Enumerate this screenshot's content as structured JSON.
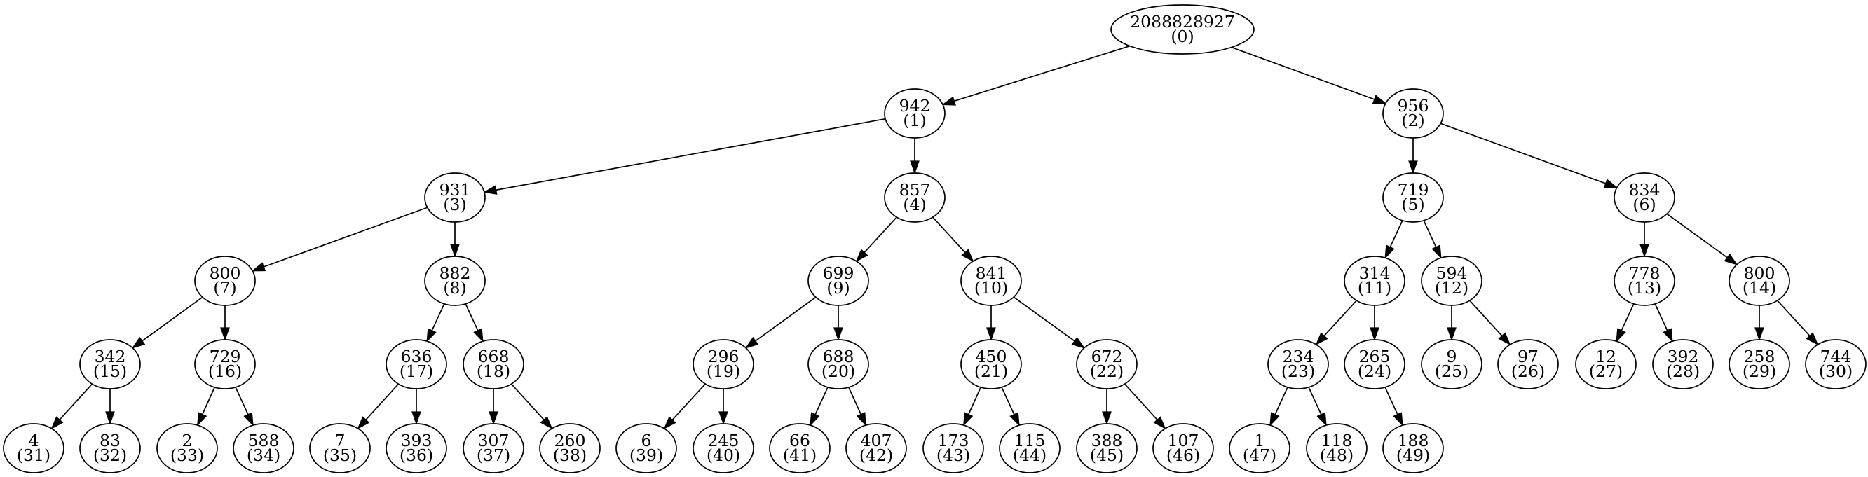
{
  "tree": {
    "nodes": [
      {
        "id": 0,
        "value": "2088828927",
        "index": "(0)"
      },
      {
        "id": 1,
        "value": "942",
        "index": "(1)"
      },
      {
        "id": 2,
        "value": "956",
        "index": "(2)"
      },
      {
        "id": 3,
        "value": "931",
        "index": "(3)"
      },
      {
        "id": 4,
        "value": "857",
        "index": "(4)"
      },
      {
        "id": 5,
        "value": "719",
        "index": "(5)"
      },
      {
        "id": 6,
        "value": "834",
        "index": "(6)"
      },
      {
        "id": 7,
        "value": "800",
        "index": "(7)"
      },
      {
        "id": 8,
        "value": "882",
        "index": "(8)"
      },
      {
        "id": 9,
        "value": "699",
        "index": "(9)"
      },
      {
        "id": 10,
        "value": "841",
        "index": "(10)"
      },
      {
        "id": 11,
        "value": "314",
        "index": "(11)"
      },
      {
        "id": 12,
        "value": "594",
        "index": "(12)"
      },
      {
        "id": 13,
        "value": "778",
        "index": "(13)"
      },
      {
        "id": 14,
        "value": "800",
        "index": "(14)"
      },
      {
        "id": 15,
        "value": "342",
        "index": "(15)"
      },
      {
        "id": 16,
        "value": "729",
        "index": "(16)"
      },
      {
        "id": 17,
        "value": "636",
        "index": "(17)"
      },
      {
        "id": 18,
        "value": "668",
        "index": "(18)"
      },
      {
        "id": 19,
        "value": "296",
        "index": "(19)"
      },
      {
        "id": 20,
        "value": "688",
        "index": "(20)"
      },
      {
        "id": 21,
        "value": "450",
        "index": "(21)"
      },
      {
        "id": 22,
        "value": "672",
        "index": "(22)"
      },
      {
        "id": 23,
        "value": "234",
        "index": "(23)"
      },
      {
        "id": 24,
        "value": "265",
        "index": "(24)"
      },
      {
        "id": 25,
        "value": "9",
        "index": "(25)"
      },
      {
        "id": 26,
        "value": "97",
        "index": "(26)"
      },
      {
        "id": 27,
        "value": "12",
        "index": "(27)"
      },
      {
        "id": 28,
        "value": "392",
        "index": "(28)"
      },
      {
        "id": 29,
        "value": "258",
        "index": "(29)"
      },
      {
        "id": 30,
        "value": "744",
        "index": "(30)"
      },
      {
        "id": 31,
        "value": "4",
        "index": "(31)"
      },
      {
        "id": 32,
        "value": "83",
        "index": "(32)"
      },
      {
        "id": 33,
        "value": "2",
        "index": "(33)"
      },
      {
        "id": 34,
        "value": "588",
        "index": "(34)"
      },
      {
        "id": 35,
        "value": "7",
        "index": "(35)"
      },
      {
        "id": 36,
        "value": "393",
        "index": "(36)"
      },
      {
        "id": 37,
        "value": "307",
        "index": "(37)"
      },
      {
        "id": 38,
        "value": "260",
        "index": "(38)"
      },
      {
        "id": 39,
        "value": "6",
        "index": "(39)"
      },
      {
        "id": 40,
        "value": "245",
        "index": "(40)"
      },
      {
        "id": 41,
        "value": "66",
        "index": "(41)"
      },
      {
        "id": 42,
        "value": "407",
        "index": "(42)"
      },
      {
        "id": 43,
        "value": "173",
        "index": "(43)"
      },
      {
        "id": 44,
        "value": "115",
        "index": "(44)"
      },
      {
        "id": 45,
        "value": "388",
        "index": "(45)"
      },
      {
        "id": 46,
        "value": "107",
        "index": "(46)"
      },
      {
        "id": 47,
        "value": "1",
        "index": "(47)"
      },
      {
        "id": 48,
        "value": "118",
        "index": "(48)"
      },
      {
        "id": 49,
        "value": "188",
        "index": "(49)"
      }
    ],
    "edges": [
      [
        0,
        1
      ],
      [
        0,
        2
      ],
      [
        1,
        3
      ],
      [
        1,
        4
      ],
      [
        2,
        5
      ],
      [
        2,
        6
      ],
      [
        3,
        7
      ],
      [
        3,
        8
      ],
      [
        4,
        9
      ],
      [
        4,
        10
      ],
      [
        5,
        11
      ],
      [
        5,
        12
      ],
      [
        6,
        13
      ],
      [
        6,
        14
      ],
      [
        7,
        15
      ],
      [
        7,
        16
      ],
      [
        8,
        17
      ],
      [
        8,
        18
      ],
      [
        9,
        19
      ],
      [
        9,
        20
      ],
      [
        10,
        21
      ],
      [
        10,
        22
      ],
      [
        11,
        23
      ],
      [
        11,
        24
      ],
      [
        12,
        25
      ],
      [
        12,
        26
      ],
      [
        13,
        27
      ],
      [
        13,
        28
      ],
      [
        14,
        29
      ],
      [
        14,
        30
      ],
      [
        15,
        31
      ],
      [
        15,
        32
      ],
      [
        16,
        33
      ],
      [
        16,
        34
      ],
      [
        17,
        35
      ],
      [
        17,
        36
      ],
      [
        18,
        37
      ],
      [
        18,
        38
      ],
      [
        19,
        39
      ],
      [
        19,
        40
      ],
      [
        20,
        41
      ],
      [
        20,
        42
      ],
      [
        21,
        43
      ],
      [
        21,
        44
      ],
      [
        22,
        45
      ],
      [
        22,
        46
      ],
      [
        23,
        47
      ],
      [
        23,
        48
      ],
      [
        24,
        49
      ]
    ]
  }
}
